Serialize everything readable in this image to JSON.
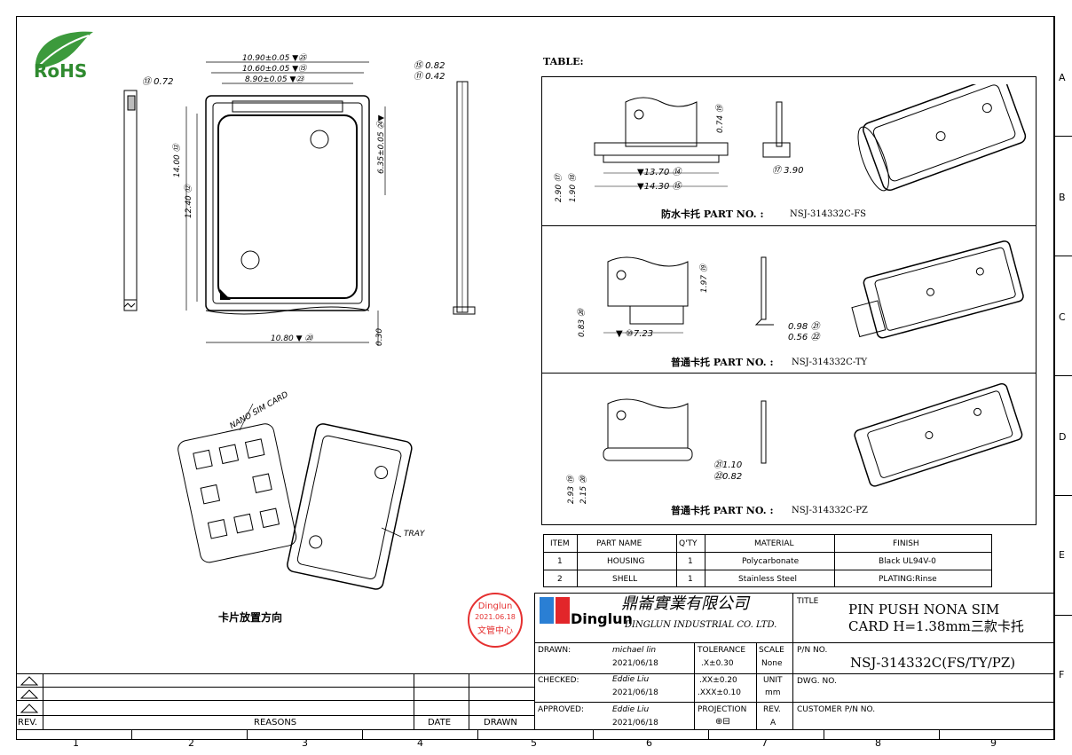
{
  "rohs": "RoHS",
  "zone_rows": [
    "A",
    "B",
    "C",
    "D",
    "E",
    "F"
  ],
  "zone_cols": [
    "1",
    "2",
    "3",
    "4",
    "5",
    "6",
    "7",
    "8",
    "9"
  ],
  "left_dims": {
    "w1": "10.90±0.05 ▼㉕",
    "w2": "10.60±0.05 ▼⑮",
    "w3": "8.90±0.05 ▼㉓",
    "h1": "14.00 ⑬",
    "h2": "12.40 ⑫",
    "notch": "6.35±0.05 ㉔▼",
    "bottom_w": "10.80 ▼ ⑳",
    "bottom_gap": "0.30",
    "edge_thk": "⑬ 0.72",
    "side1": "⑮ 0.82",
    "side2": "⑪ 0.42"
  },
  "sim_label": "NANO SIM CARD",
  "tray_label": "TRAY",
  "sim_caption": "卡片放置方向",
  "table_title": "TABLE:",
  "variants": [
    {
      "caption": "防水卡托 PART NO. :",
      "part_no": "NSJ-314332C-FS",
      "dims": [
        "▼13.70 ⑭",
        "▼14.30 ⑮",
        "2.90 ⑰",
        "1.90 ⑱",
        "0.74 ⑲",
        "⑰ 3.90"
      ]
    },
    {
      "caption": "普通卡托 PART NO. :",
      "part_no": "NSJ-314332C-TY",
      "dims": [
        "1.97 ⑲",
        "0.83 ⑳",
        "▼ ⑩7.23",
        "0.98 ㉑",
        "0.56 ㉒"
      ]
    },
    {
      "caption": "普通卡托 PART NO. :",
      "part_no": "NSJ-314332C-PZ",
      "dims": [
        "2.93 ⑲",
        "2.15 ⑳",
        "㉑1.10",
        "㉒0.82"
      ]
    }
  ],
  "bom": {
    "headers": [
      "ITEM",
      "PART NAME",
      "Q'TY",
      "MATERIAL",
      "FINISH"
    ],
    "rows": [
      [
        "1",
        "HOUSING",
        "1",
        "Polycarbonate",
        "Black UL94V-0"
      ],
      [
        "2",
        "SHELL",
        "1",
        "Stainless Steel",
        "PLATING:Rinse"
      ]
    ]
  },
  "company": {
    "logo": "Dinglun",
    "name_cn": "鼎崙實業有限公司",
    "name_en": "DINGLUN INDUSTRIAL CO. LTD."
  },
  "title_block": {
    "title_label": "TITLE",
    "title_line1": "PIN PUSH NONA SIM",
    "title_line2": "CARD H=1.38mm三款卡托",
    "pn_label": "P/N NO.",
    "pn_value": "NSJ-314332C(FS/TY/PZ)",
    "dwg_label": "DWG. NO.",
    "cust_label": "CUSTOMER P/N NO.",
    "drawn_label": "DRAWN:",
    "drawn_name": "michael lin",
    "drawn_date": "2021/06/18",
    "checked_label": "CHECKED:",
    "checked_name": "Eddie Liu",
    "checked_date": "2021/06/18",
    "approved_label": "APPROVED:",
    "approved_name": "Eddie Liu",
    "approved_date": "2021/06/18",
    "tol_label": "TOLERANCE",
    "tol1": ".X±0.30",
    "tol2": ".XX±0.20",
    "tol3": ".XXX±0.10",
    "scale_label": "SCALE",
    "scale_value": "None",
    "unit_label": "UNIT",
    "unit_value": "mm",
    "proj_label": "PROJECTION",
    "rev_label": "REV.",
    "rev_value": "A"
  },
  "stamp": {
    "line1": "Dinglun",
    "line2": "2021.06.18",
    "line3": "文管中心"
  },
  "revision": {
    "rev": "REV.",
    "reasons": "REASONS",
    "date": "DATE",
    "drawn": "DRAWN"
  }
}
